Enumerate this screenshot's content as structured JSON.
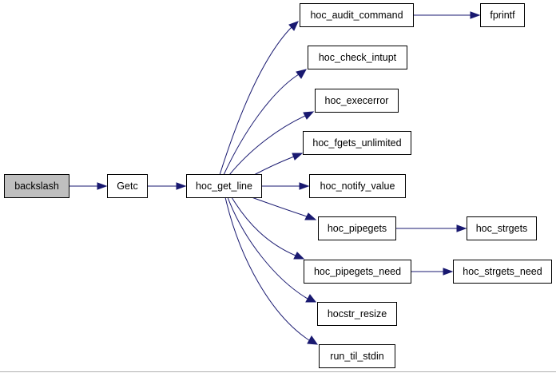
{
  "graph": {
    "nodes": {
      "backslash": "backslash",
      "getc": "Getc",
      "hoc_get_line": "hoc_get_line",
      "hoc_audit_command": "hoc_audit_command",
      "fprintf": "fprintf",
      "hoc_check_intupt": "hoc_check_intupt",
      "hoc_execerror": "hoc_execerror",
      "hoc_fgets_unlimited": "hoc_fgets_unlimited",
      "hoc_notify_value": "hoc_notify_value",
      "hoc_pipegets": "hoc_pipegets",
      "hoc_strgets": "hoc_strgets",
      "hoc_pipegets_need": "hoc_pipegets_need",
      "hoc_strgets_need": "hoc_strgets_need",
      "hocstr_resize": "hocstr_resize",
      "run_til_stdin": "run_til_stdin"
    },
    "edges": [
      [
        "backslash",
        "getc"
      ],
      [
        "getc",
        "hoc_get_line"
      ],
      [
        "hoc_get_line",
        "hoc_audit_command"
      ],
      [
        "hoc_get_line",
        "hoc_check_intupt"
      ],
      [
        "hoc_get_line",
        "hoc_execerror"
      ],
      [
        "hoc_get_line",
        "hoc_fgets_unlimited"
      ],
      [
        "hoc_get_line",
        "hoc_notify_value"
      ],
      [
        "hoc_get_line",
        "hoc_pipegets"
      ],
      [
        "hoc_get_line",
        "hoc_pipegets_need"
      ],
      [
        "hoc_get_line",
        "hocstr_resize"
      ],
      [
        "hoc_get_line",
        "run_til_stdin"
      ],
      [
        "hoc_audit_command",
        "fprintf"
      ],
      [
        "hoc_pipegets",
        "hoc_strgets"
      ],
      [
        "hoc_pipegets_need",
        "hoc_strgets_need"
      ]
    ],
    "colors": {
      "edge": "#191970",
      "root_fill": "#bfbfbf",
      "node_fill": "#ffffff",
      "node_border": "#000000"
    }
  }
}
